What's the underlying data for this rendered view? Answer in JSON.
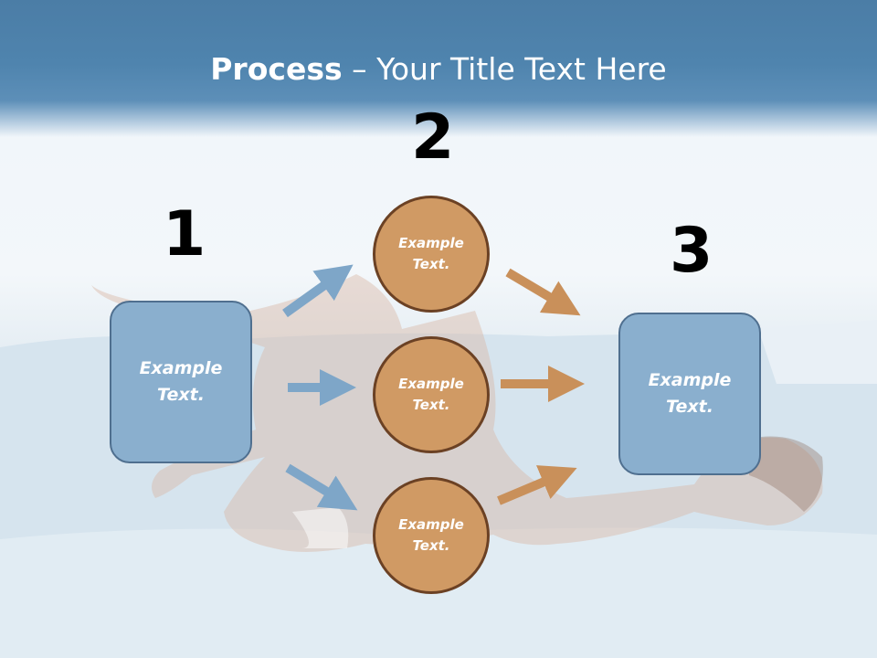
{
  "title": {
    "bold": "Process",
    "rest": " – Your Title Text Here"
  },
  "steps": [
    {
      "number": "1",
      "box_text": "Example\nText."
    },
    {
      "number": "2",
      "circles": [
        "Example\nText.",
        "Example\nText.",
        "Example\nText."
      ]
    },
    {
      "number": "3",
      "box_text": "Example\nText."
    }
  ],
  "colors": {
    "header": "#4f84ae",
    "box_fill": "#8aafce",
    "box_border": "#4f6f8f",
    "circle_fill": "#d09a64",
    "circle_border": "#6b4124",
    "blue_arrow": "#7ea6c8",
    "orange_arrow": "#c9905a"
  }
}
